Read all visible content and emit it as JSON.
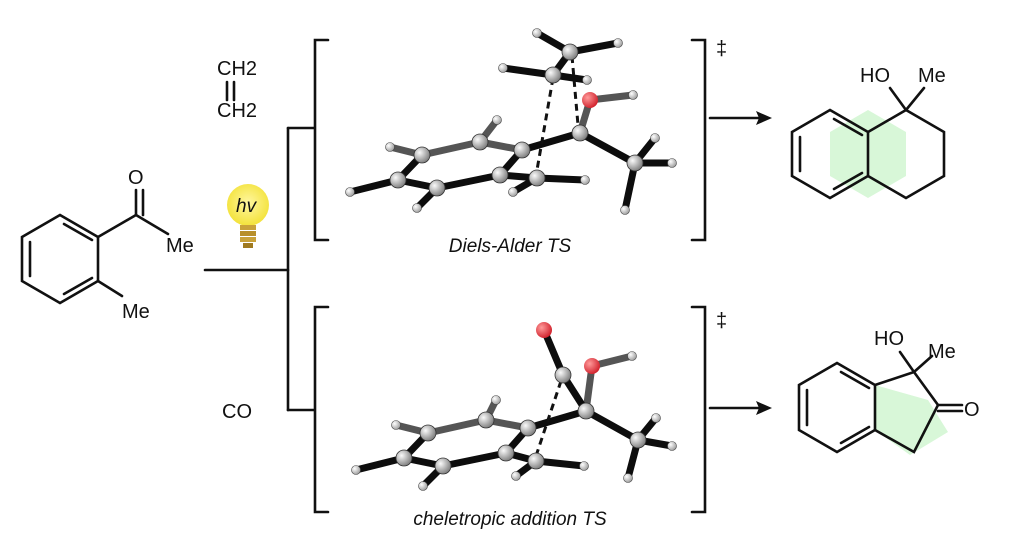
{
  "reactant": {
    "oxygen": "O",
    "methyl_ketone": "Me",
    "methyl_ring": "Me"
  },
  "light": {
    "label": "hv",
    "bulb_color": "#f5e642"
  },
  "reagents": {
    "ethylene_top": "CH2",
    "ethylene_bottom": "CH2",
    "carbon_monoxide": "CO"
  },
  "ts_top": {
    "label": "Diels-Alder TS",
    "dagger": "‡"
  },
  "ts_bottom": {
    "label": "cheletropic addition TS",
    "dagger": "‡"
  },
  "product_top": {
    "hydroxyl": "HO",
    "methyl": "Me",
    "ring_fill": "#d8f7d8"
  },
  "product_bottom": {
    "hydroxyl": "HO",
    "methyl": "Me",
    "oxygen": "O",
    "ring_fill": "#d8f7d8"
  },
  "colors": {
    "oxygen_atom": "#e8424a",
    "carbon_atom": "#bdbdbd",
    "hydrogen_atom": "#f2f2f2"
  }
}
